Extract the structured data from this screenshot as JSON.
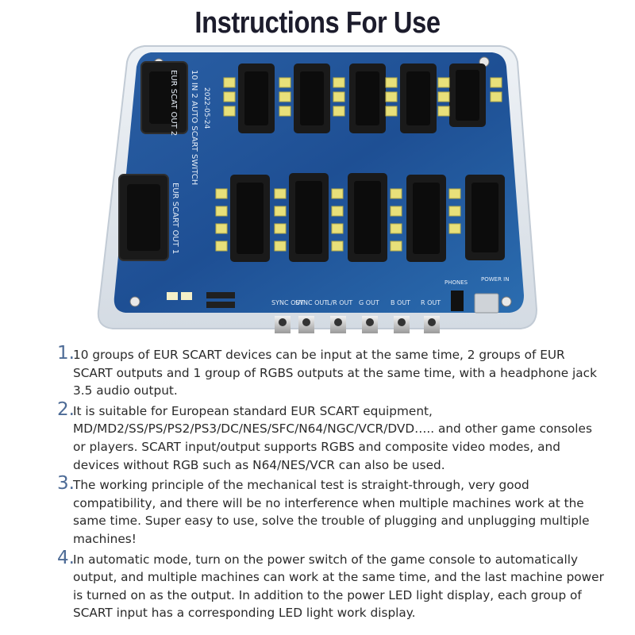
{
  "title": "Instructions For Use",
  "board_labels": {
    "out2": "EUR SCAT OUT 2",
    "out1": "EUR SCART OUT 1",
    "model": "10 IN 2 AUTO SCART SWITCH",
    "date": "2022-05-24",
    "sync_out_1": "SYNC OUT",
    "sync_out_2": "SYNC OUT",
    "lr_out": "L/R OUT",
    "g_out": "G OUT",
    "b_out": "B OUT",
    "r_out": "R OUT",
    "phones": "PHONES",
    "power_in": "POWER IN"
  },
  "items": [
    {
      "num": "1.",
      "text": "10 groups of EUR SCART devices can be input at the same time, 2 groups of EUR SCART outputs and 1 group of RGBS outputs at the same time, with a headphone jack 3.5 audio output."
    },
    {
      "num": "2.",
      "text": "It is suitable for European standard EUR SCART equipment, MD/MD2/SS/PS/PS2/PS3/DC/NES/SFC/N64/NGC/VCR/DVD….. and other game consoles or players. SCART input/output supports RGBS and composite video modes, and devices without RGB such as N64/NES/VCR can also be used."
    },
    {
      "num": "3.",
      "text": "The working principle of the mechanical test is straight-through, very good compatibility, and there will be no interference when multiple machines work at the same time. Super easy to use, solve the trouble of plugging and unplugging multiple machines!"
    },
    {
      "num": "4.",
      "text": "In automatic mode, turn on the power switch of the game console to automatically output, and multiple machines can work at the same time, and the last machine power is turned on as the output. In addition to the power LED light display, each group of SCART input has a corresponding LED light work display."
    }
  ]
}
